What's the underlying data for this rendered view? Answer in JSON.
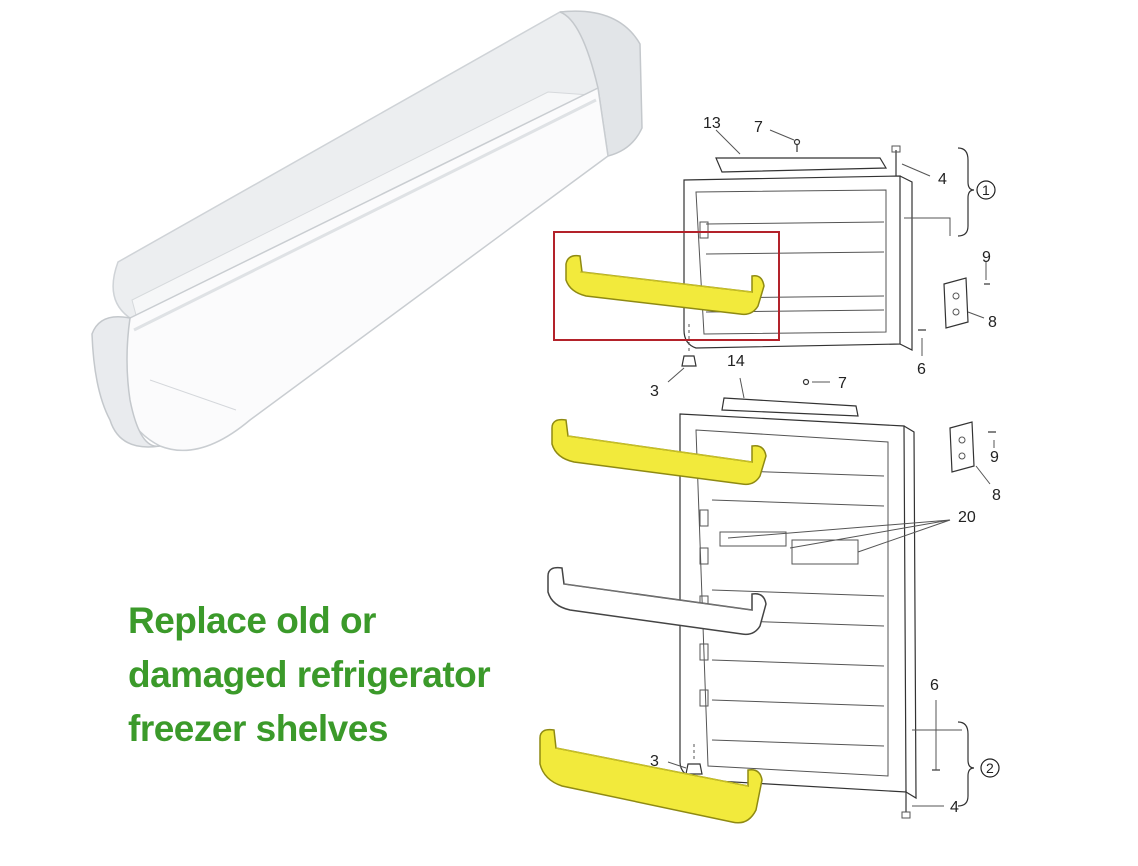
{
  "colors": {
    "tagline": "#3b9a2a",
    "highlight_shelf": "#f2ea3c",
    "highlight_shelf_edge": "#8f8a12",
    "highlight_box": "#b3222a",
    "line_art": "#444444",
    "photo_shelf": "#f4f5f6"
  },
  "tagline": {
    "line1": "Replace old or",
    "line2": "damaged refrigerator",
    "line3": "freezer shelves"
  },
  "callouts": {
    "c13": "13",
    "c7_top": "7",
    "c4_top": "4",
    "group1": "1",
    "c9_top": "9",
    "c8_top": "8",
    "c6_top": "6",
    "c3_top": "3",
    "c14": "14",
    "c7_mid": "7",
    "c9_mid": "9",
    "c8_mid": "8",
    "c20": "20",
    "c6_bottom": "6",
    "c3_bottom": "3",
    "group2": "2",
    "c4_bottom": "4"
  }
}
